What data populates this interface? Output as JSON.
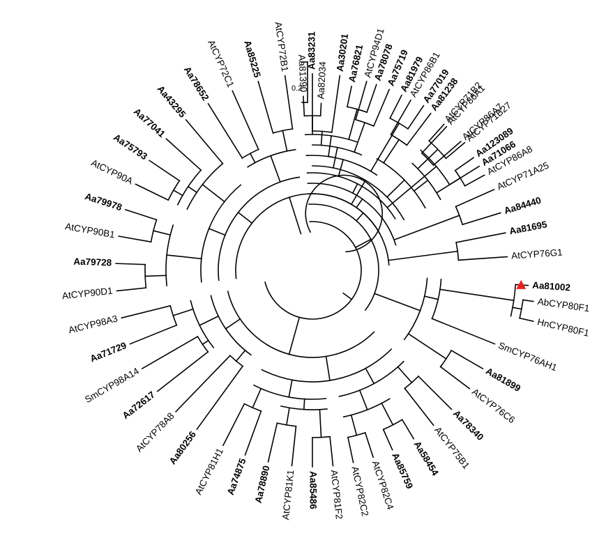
{
  "figure": {
    "type": "circular-phylogenetic-tree",
    "scale_bar_label": "0.2",
    "marker_color": "#e81e1e",
    "leaves": [
      {
        "label": "Aa81390",
        "bold": false,
        "muted": true
      },
      {
        "label": "Aa82034",
        "bold": false
      },
      {
        "label": "Aa76821",
        "bold": true
      },
      {
        "label": "Aa78078",
        "bold": true
      },
      {
        "label": "Aa81979",
        "bold": true
      },
      {
        "label": "Aa77019",
        "bold": true
      },
      {
        "label": "AtCYP71B2",
        "bold": false
      },
      {
        "label": "AtCYP71B27",
        "bold": false
      },
      {
        "label": "Aa71066",
        "bold": true
      },
      {
        "label": "AtCYP71A25",
        "bold": false
      },
      {
        "label": "Aa84440",
        "bold": true
      },
      {
        "label": "Aa81695",
        "bold": true
      },
      {
        "label": "AtCYP76G1",
        "bold": false
      },
      {
        "label": "Aa81002",
        "bold": true,
        "marker": "triangle"
      },
      {
        "label": "AbCYP80F1",
        "bold": false
      },
      {
        "label": "HnCYP80F1",
        "bold": false
      },
      {
        "label": "SmCYP76AH1",
        "bold": false
      },
      {
        "label": "Aa81899",
        "bold": true
      },
      {
        "label": "AtCYP76C6",
        "bold": false
      },
      {
        "label": "Aa78340",
        "bold": true
      },
      {
        "label": "AtCYP75B1",
        "bold": false
      },
      {
        "label": "Aa58454",
        "bold": true
      },
      {
        "label": "Aa85759",
        "bold": true
      },
      {
        "label": "AtCYP82C4",
        "bold": false
      },
      {
        "label": "AtCYP82C2",
        "bold": false
      },
      {
        "label": "AtCYP81F2",
        "bold": false
      },
      {
        "label": "Aa85486",
        "bold": true
      },
      {
        "label": "AtCYP81K1",
        "bold": false
      },
      {
        "label": "Aa78890",
        "bold": true
      },
      {
        "label": "Aa74875",
        "bold": true
      },
      {
        "label": "AtCYP81H1",
        "bold": false
      },
      {
        "label": "Aa80256",
        "bold": true
      },
      {
        "label": "AtCYP78A8",
        "bold": false
      },
      {
        "label": "Aa72617",
        "bold": true
      },
      {
        "label": "SmCYP98A14",
        "bold": false
      },
      {
        "label": "Aa71729",
        "bold": true
      },
      {
        "label": "AtCYP98A3",
        "bold": false
      },
      {
        "label": "AtCYP90D1",
        "bold": false
      },
      {
        "label": "Aa79728",
        "bold": true
      },
      {
        "label": "AtCYP90B1",
        "bold": false
      },
      {
        "label": "Aa79978",
        "bold": true
      },
      {
        "label": "AtCYP90A",
        "bold": false
      },
      {
        "label": "Aa75793",
        "bold": true
      },
      {
        "label": "Aa77041",
        "bold": true
      },
      {
        "label": "Aa43295",
        "bold": true
      },
      {
        "label": "Aa78652",
        "bold": true
      },
      {
        "label": "AtCYP72C1",
        "bold": false
      },
      {
        "label": "Aa85225",
        "bold": true
      },
      {
        "label": "AtCYP72B1",
        "bold": false
      },
      {
        "label": "Aa83231",
        "bold": true
      },
      {
        "label": "Aa30201",
        "bold": true
      },
      {
        "label": "AtCYP94D1",
        "bold": false
      },
      {
        "label": "Aa75719",
        "bold": true
      },
      {
        "label": "AtCYP86B1",
        "bold": false
      },
      {
        "label": "Aa81238",
        "bold": true
      },
      {
        "label": "AtCYP86A1",
        "bold": false
      },
      {
        "label": "AtCYP86A7",
        "bold": false
      },
      {
        "label": "Aa123089",
        "bold": true
      },
      {
        "label": "AtCYP86A8",
        "bold": false
      }
    ]
  }
}
